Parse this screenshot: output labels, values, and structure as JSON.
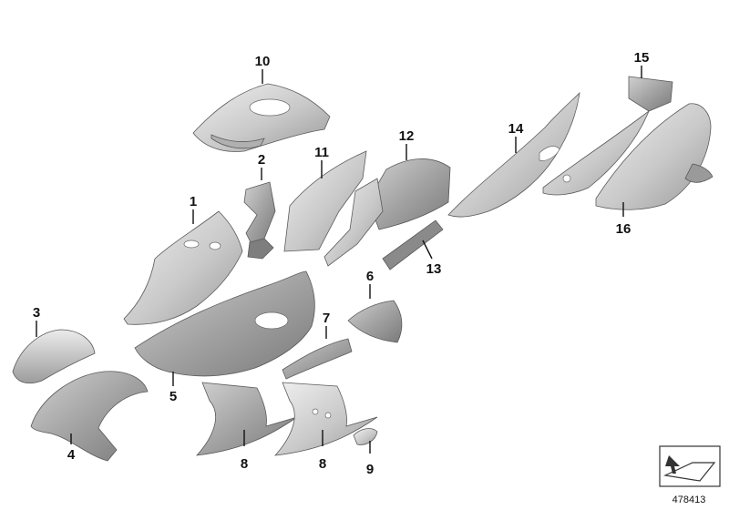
{
  "diagram": {
    "callouts": [
      "10",
      "2",
      "11",
      "12",
      "14",
      "15",
      "16",
      "1",
      "13",
      "6",
      "3",
      "7",
      "5",
      "4",
      "8",
      "8",
      "9"
    ],
    "reference_number": "478413"
  },
  "colors": {
    "part_light": "#e4e4e4",
    "part_mid": "#bdbdbd",
    "part_dark": "#8e8e8e",
    "outline": "#5a5a5a"
  }
}
